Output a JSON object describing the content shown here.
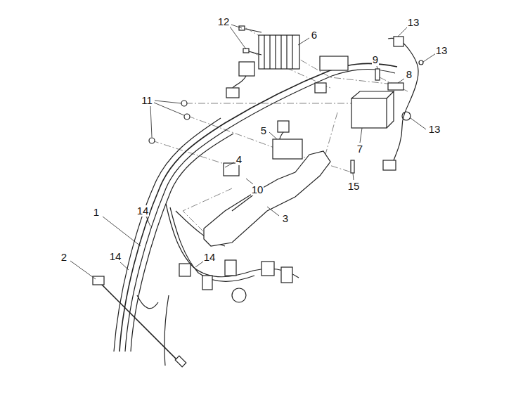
{
  "diagram": {
    "labels": [
      "12",
      "13",
      "13",
      "6",
      "9",
      "8",
      "11",
      "13",
      "5",
      "7",
      "4",
      "10",
      "15",
      "3",
      "1",
      "14",
      "2",
      "14",
      "14"
    ]
  }
}
